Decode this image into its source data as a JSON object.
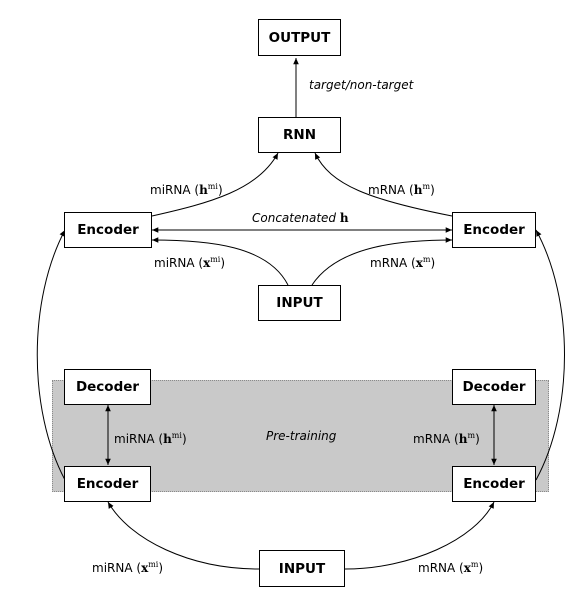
{
  "boxes": {
    "output": "OUTPUT",
    "rnn": "RNN",
    "encoder": "Encoder",
    "decoder": "Decoder",
    "input": "INPUT"
  },
  "labels": {
    "target": "target/non-target",
    "mirna": "miRNA",
    "mrna": "mRNA",
    "concatenated": "Concatenated",
    "vec_h": "h",
    "vec_x": "x",
    "sup_mi": "mi",
    "sup_m": "m",
    "open_paren": "(",
    "close_paren": ")",
    "pretraining": "Pre-training"
  }
}
